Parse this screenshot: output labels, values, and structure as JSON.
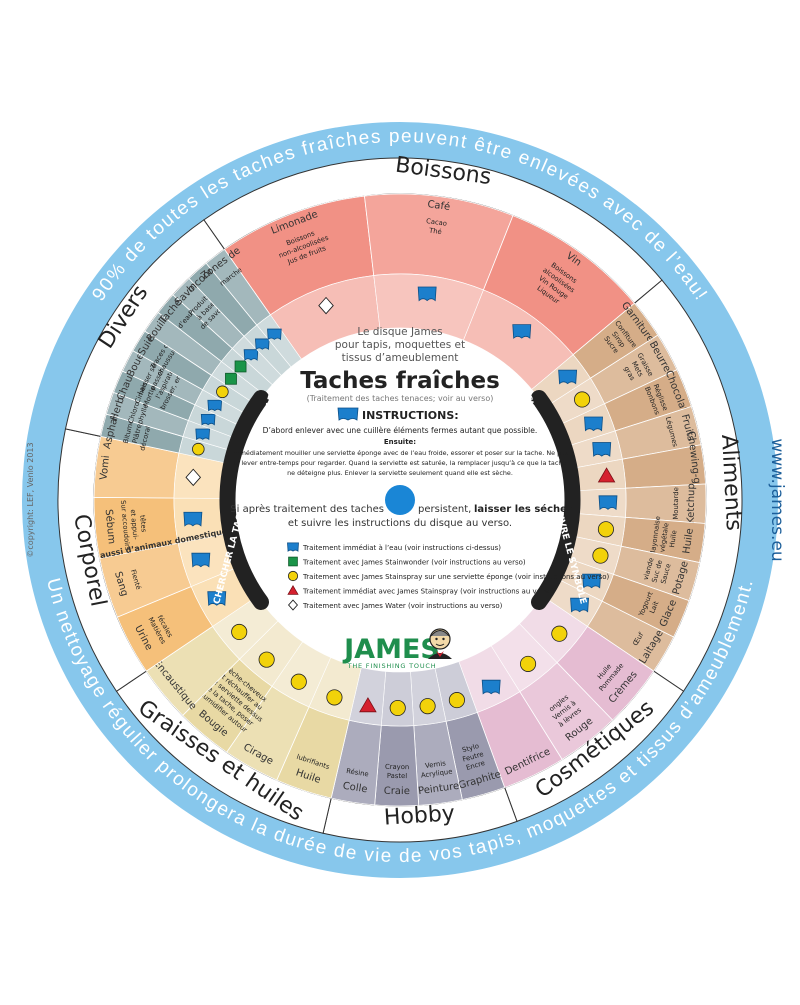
{
  "ring_text": {
    "top": "90% de toutes les taches fraîches peuvent être enlevées avec de l’eau!",
    "bottom": "Un nettoyage régulier prolongera la durée de vie de vos tapis, moquettes et tissus d’ameublement.",
    "website": "www.james.eu",
    "copyright": "©copyright: LEF, Venlo 2013"
  },
  "center": {
    "intro_1": "Le disque James",
    "intro_2": "pour tapis, moquettes et",
    "intro_3": "tissus d’ameublement",
    "title": "Taches fraîches",
    "subtitle": "(Traitement des taches tenaces; voir au verso)",
    "instructions_title": "INSTRUCTIONS:",
    "instr_1": "D’abord enlever avec une cuillère éléments fermes autant que possible.",
    "instr_2": "Ensuite:",
    "instr_3": "Immédiatement mouiller une serviette éponge avec de l’eau froide, essorer et poser sur la tache. Ne pas",
    "instr_4": "la lever entre-temps pour regarder. Quand la serviette est saturée, la remplacer jusqu’à ce que la tache",
    "instr_5": "ne déteigne plus. Enlever la serviette seulement quand elle est sèche.",
    "dry_1": "Si après traitement des taches",
    "dry_2": "persistent,",
    "dry_3": "laisser les sécher",
    "dry_4": "et suivre les instructions du disque au verso.",
    "legend": [
      {
        "symbol": "water",
        "text": "Traitement immédiat à l’eau (voir instructions ci-dessus)"
      },
      {
        "symbol": "stainwonder",
        "text": "Traitement avec James Stainwonder (voir instructions au verso)"
      },
      {
        "symbol": "stainspray",
        "text": "Traitement avec James Stainspray sur une serviette éponge (voir instructions au verso)"
      },
      {
        "symbol": "stainspray_direct",
        "text": "Traitement immédiat avec James Stainspray (voir instructions au verso)"
      },
      {
        "symbol": "water_product",
        "text": "Traitement avec James Water (voir instructions au verso)"
      }
    ],
    "brand": "JAMES",
    "tagline": "THE FINISHING TOUCH",
    "side_label": "CHERCHER LA TACHE, SUIVRE LE SYMBOLE"
  },
  "colors": {
    "outer_ring": "#87c7ec",
    "center_blue": "#1a86d6",
    "water_icon": "#1c7fcc",
    "stainwonder": "#1a9448",
    "stainspray": "#f2d20a",
    "stainspray_direct": "#d5202e",
    "brand_green": "#1f8e4d",
    "label_band": "#222222"
  },
  "categories": [
    {
      "name": "Boissons",
      "start": 325,
      "end": 50,
      "outer": "#f19185",
      "inner": "#f6beb6",
      "items": [
        {
          "label": "Limonade",
          "sub": [
            "Boissons",
            "non-alcoolisées",
            "Jus de fruits"
          ],
          "symbol": "water_product"
        },
        {
          "label": "Café",
          "sub": [
            "Cacao",
            "Thé"
          ],
          "symbol": "water"
        },
        {
          "label": "Vin",
          "sub": [
            "Boissons",
            "alcoolisées",
            "Vin Rouge",
            "Liqueur"
          ],
          "symbol": "water"
        }
      ]
    },
    {
      "name": "Aliments",
      "start": 50,
      "end": 124,
      "outer": "#d5ad88",
      "inner": "#ecd7c1",
      "items": [
        {
          "label": "Garnitures",
          "sub": [
            "Confiture",
            "Sirop",
            "Sucre"
          ],
          "symbol": "water"
        },
        {
          "label": "Beurre",
          "sub": [
            "Graisse",
            "Mets",
            "gras"
          ],
          "symbol": "stainspray"
        },
        {
          "label": "Chocolat",
          "sub": [
            "Réglisse",
            "Bonbons"
          ],
          "symbol": "water"
        },
        {
          "label": "Fruits",
          "sub": [
            "Légumes"
          ],
          "symbol": "water"
        },
        {
          "label": "Chewing-gum",
          "sub": [],
          "symbol": "stainspray_direct"
        },
        {
          "label": "Ketchup",
          "sub": [
            "Moutarde"
          ],
          "symbol": "water"
        },
        {
          "label": "Huile",
          "sub": [
            "Huile",
            "végétale",
            "Mayonnaise"
          ],
          "symbol": "stainspray"
        },
        {
          "label": "Potage",
          "sub": [
            "Sauce",
            "Suc de",
            "viande"
          ],
          "symbol": "stainspray"
        },
        {
          "label": "Glace",
          "sub": [
            "Lait",
            "Yogourt"
          ],
          "symbol": "water"
        },
        {
          "label": "Laitage",
          "sub": [
            "Œuf"
          ],
          "symbol": "water"
        }
      ]
    },
    {
      "name": "Cosmétiques",
      "start": 124,
      "end": 160,
      "outer": "#e5bcd2",
      "inner": "#f1dce7",
      "items": [
        {
          "label": "Crèmes",
          "sub": [
            "Pommade",
            "Huile"
          ],
          "symbol": "stainspray"
        },
        {
          "label": "Rouge",
          "sub": [
            "à lèvres",
            "Vernis à",
            "ongles"
          ],
          "symbol": "stainspray"
        },
        {
          "label": "Dentifrice",
          "sub": [],
          "symbol": "water"
        }
      ]
    },
    {
      "name": "Hobby",
      "start": 160,
      "end": 193,
      "outer": "#9a9aae",
      "inner": "#cdcdd8",
      "items": [
        {
          "label": "Graphite",
          "sub": [
            "Encre",
            "Feutre",
            "Stylo"
          ],
          "symbol": "stainspray"
        },
        {
          "label": "Peinture",
          "sub": [
            "Acrylique",
            "Vernis"
          ],
          "symbol": "stainspray"
        },
        {
          "label": "Craie",
          "sub": [
            "Pastel",
            "Crayon"
          ],
          "symbol": "stainspray"
        },
        {
          "label": "Colle",
          "sub": [
            "Résine"
          ],
          "symbol": "stainspray_direct"
        }
      ]
    },
    {
      "name": "Graisses et huiles",
      "start": 193,
      "end": 236,
      "outer": "#e8d9a4",
      "inner": "#f3ead0",
      "items": [
        {
          "label": "Huile",
          "sub": [
            "lubrifiants"
          ],
          "symbol": "stainspray"
        },
        {
          "label": "Cirage",
          "sub": [],
          "symbol": "stainspray"
        },
        {
          "label": "Bougie",
          "sub": [
            "Humidifier autour",
            "de la tache, poser",
            "une serviette dessus",
            "et réchauffer au",
            "sèche-cheveux"
          ],
          "symbol": "stainspray"
        },
        {
          "label": "Encaustique",
          "sub": [],
          "symbol": "stainspray"
        }
      ]
    },
    {
      "name": "Corporel",
      "start": 236,
      "end": 282,
      "outer": "#f5c07a",
      "inner": "#fae0b6",
      "items": [
        {
          "label": "Urine",
          "sub": [
            "Matières",
            "fécales"
          ],
          "symbol": "water"
        },
        {
          "label": "Sang",
          "sub": [
            "Fienté"
          ],
          "symbol": "water"
        },
        {
          "label": "Sébum",
          "sub": [
            "Sur accoudoirs",
            "et appui-",
            "têtes"
          ],
          "symbol": "water"
        },
        {
          "label": "Vomi",
          "sub": [],
          "symbol": "water_product"
        }
      ],
      "extra": "aussi d’animaux domestiques"
    },
    {
      "name": "Divers",
      "start": 282,
      "end": 325,
      "outer": "#8fa9ad",
      "inner": "#c9d7d9",
      "items": [
        {
          "label": "Asphalte",
          "sub": [
            "Bitume",
            "Plâtre",
            "décoratif"
          ],
          "symbol": "stainspray"
        },
        {
          "label": "Herbe",
          "sub": [
            "Chloro-",
            "phylle"
          ],
          "symbol": "water"
        },
        {
          "label": "Chaux",
          "sub": [
            "Ciment",
            "Mortier"
          ],
          "symbol": "water"
        },
        {
          "label": "Boue",
          "sub": [
            "Laisser sécher",
            "passer à",
            "l’aspirateur",
            "brosser, ensuite"
          ],
          "symbol": "water"
        },
        {
          "label": "Suie",
          "sub": [
            "Traces de",
            "chaussures"
          ],
          "symbol": "stainspray"
        },
        {
          "label": "Rouille",
          "sub": [],
          "symbol": "stainwonder"
        },
        {
          "label": "Taches",
          "sub": [
            "d’eau"
          ],
          "symbol": "stainwonder"
        },
        {
          "label": "Savon",
          "sub": [
            "Produits",
            "à base",
            "de savon"
          ],
          "symbol": "water"
        },
        {
          "label": "Inconnu",
          "sub": [],
          "symbol": "water"
        },
        {
          "label": "Zones de",
          "sub": [
            "marche"
          ],
          "symbol": "water"
        }
      ]
    }
  ]
}
